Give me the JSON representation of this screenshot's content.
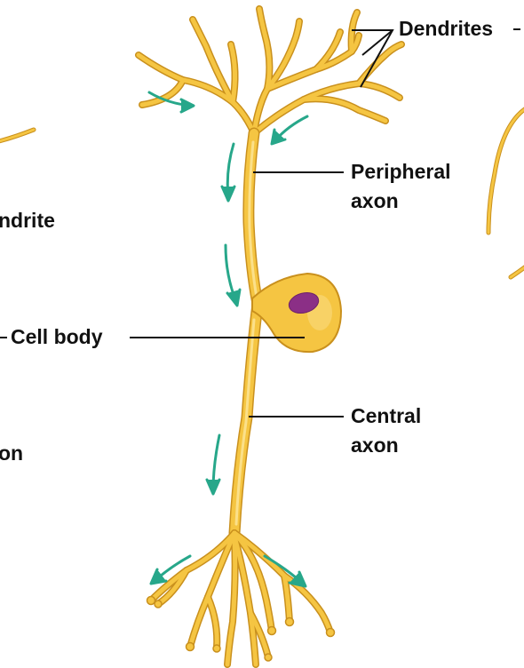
{
  "labels": {
    "dendrites": "Dendrites",
    "peripheral_axon": [
      "Peripheral",
      "axon"
    ],
    "cell_body": "Cell body",
    "central_axon": [
      "Central",
      "axon"
    ],
    "left_partial_dendrite": "ndrite",
    "left_partial_axon": "on"
  },
  "colors": {
    "neuron_fill": "#f5c542",
    "neuron_outline": "#c9901d",
    "nucleus": "#8b2f86",
    "arrow": "#27a78a",
    "leader_line": "#111111",
    "background": "#ffffff"
  }
}
